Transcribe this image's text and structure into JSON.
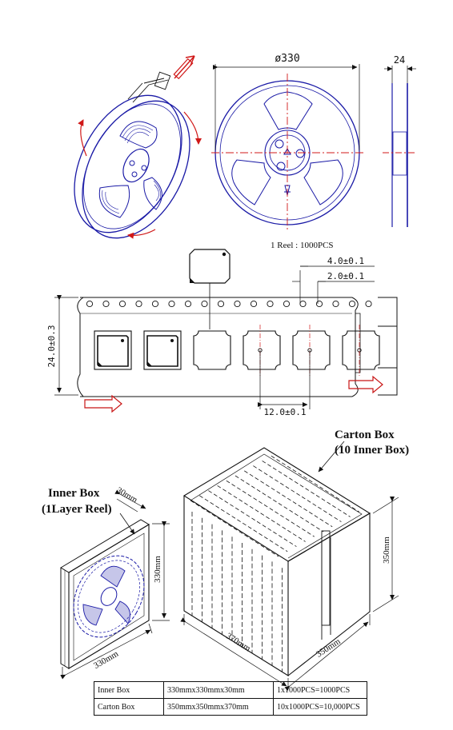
{
  "reel": {
    "diameter_label": "ø330",
    "width_label": "24",
    "qty_label": "1 Reel : 1000PCS"
  },
  "tape": {
    "pitch_label": "4.0±0.1",
    "hole_offset_label": "2.0±0.1",
    "tape_width_label": "24.0±0.3",
    "pocket_pitch_label": "12.0±0.1"
  },
  "carton": {
    "title_line1": "Carton Box",
    "title_line2": "(10 Inner Box)",
    "height_label": "350mm",
    "length_label": "370mm",
    "width_label": "350mm"
  },
  "inner": {
    "title_line1": "Inner Box",
    "title_line2": "(1Layer Reel)",
    "depth_label": "30mm",
    "height_label": "330mm",
    "width_label": "330mm"
  },
  "table": {
    "rows": [
      {
        "name": "Inner Box",
        "size": "330mmx330mmx30mm",
        "qty": "1x1000PCS=1000PCS"
      },
      {
        "name": "Carton Box",
        "size": "350mmx350mmx370mm",
        "qty": "10x1000PCS=10,000PCS"
      }
    ]
  },
  "colors": {
    "line": "#111111",
    "reel_blue": "#1a1aa6",
    "centerline_red": "#d01818",
    "arrow_red": "#c81414"
  }
}
